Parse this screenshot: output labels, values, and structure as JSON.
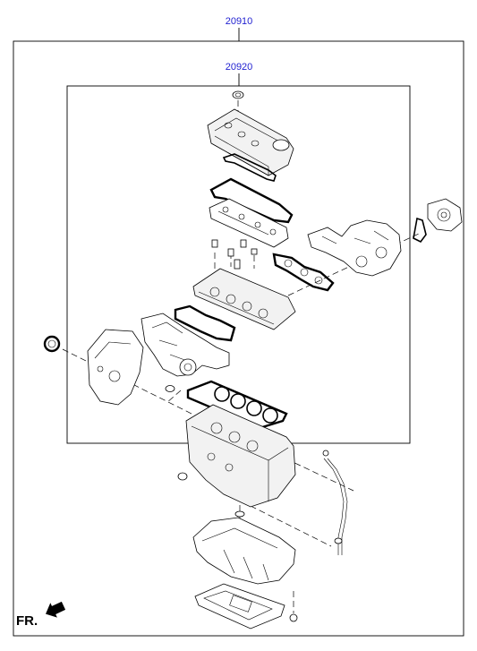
{
  "labels": {
    "outer_kit_ref": "20910",
    "inner_kit_ref": "20920",
    "front_indicator": "FR."
  },
  "colors": {
    "ref_label": "#1f1fd0",
    "line": "#000000",
    "background": "#ffffff"
  },
  "icons": {
    "front_arrow": "arrow-left-down-icon"
  }
}
